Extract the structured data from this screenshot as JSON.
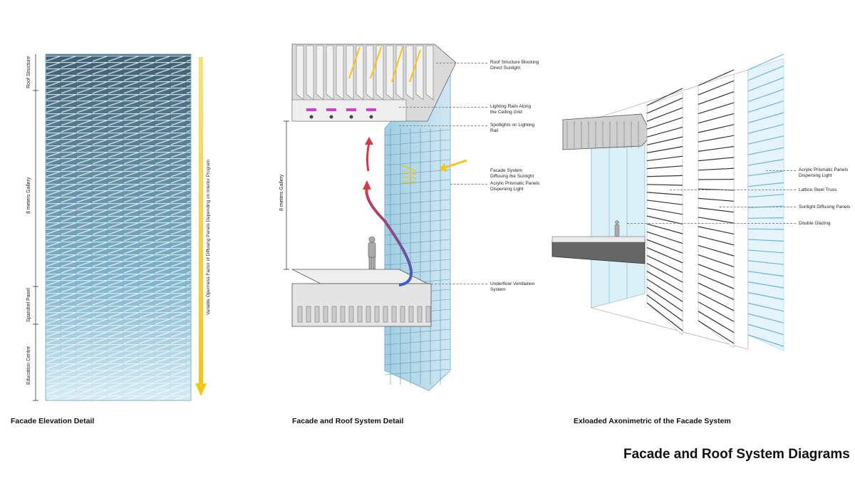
{
  "page_title": "Facade and Roof System Diagrams",
  "panels": [
    {
      "caption": "Facade Elevation Detail",
      "dimension_labels": [
        "Roof Structure",
        "8 meters Gallery",
        "Spandrel Panel",
        "Education Centre"
      ],
      "arrow_label": "Variable Openness Factor of Diffusing Panels Depending on Interior Program"
    },
    {
      "caption": "Facade and Roof System Detail",
      "dimension_label": "8 meters Gallery",
      "annotations": [
        "Roof Structure Blocking\nDirect Sunlight",
        "Lighting Rails Along\nthe Ceiling Grid",
        "Spotlights on Lighting\nRail",
        "Facade System\nDiffusing the Sunlight",
        "Acrylic Prismatic Panels\nDispersing Light",
        "Underfloor Ventilation\nSystem"
      ]
    },
    {
      "caption": "Exloaded Axonimetric of the Facade System",
      "annotations": [
        "Acrylic Prismatic Panels\nDispersing Light",
        "Lattice Steel Truss",
        "Sunlight Diffusing Panels",
        "Double Glazing"
      ]
    }
  ],
  "colors": {
    "glass_blue": "#9fd0e6",
    "panel_dark": "#3c5866",
    "arrow_yellow": "#f5c518",
    "air_red": "#d23a4a",
    "air_blue": "#3a5fc8",
    "rail_magenta": "#d040d0"
  }
}
